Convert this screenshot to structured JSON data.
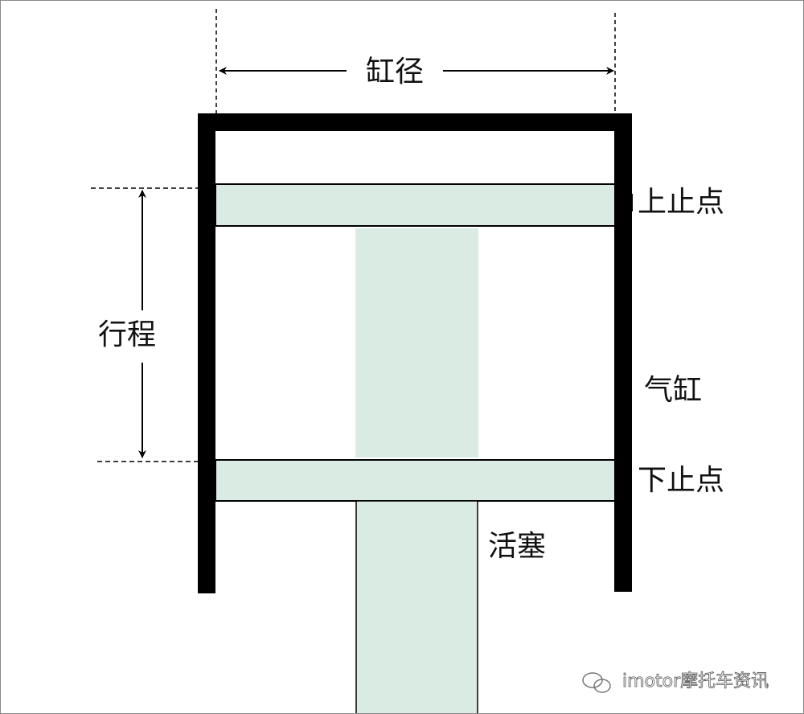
{
  "labels": {
    "bore": "缸径",
    "stroke": "行程",
    "tdc": "上止点",
    "bdc": "下止点",
    "cylinder": "气缸",
    "piston": "活塞"
  },
  "watermark": "imotor摩托车资讯",
  "colors": {
    "piston": "#d9ebe3",
    "wall": "#000000"
  }
}
